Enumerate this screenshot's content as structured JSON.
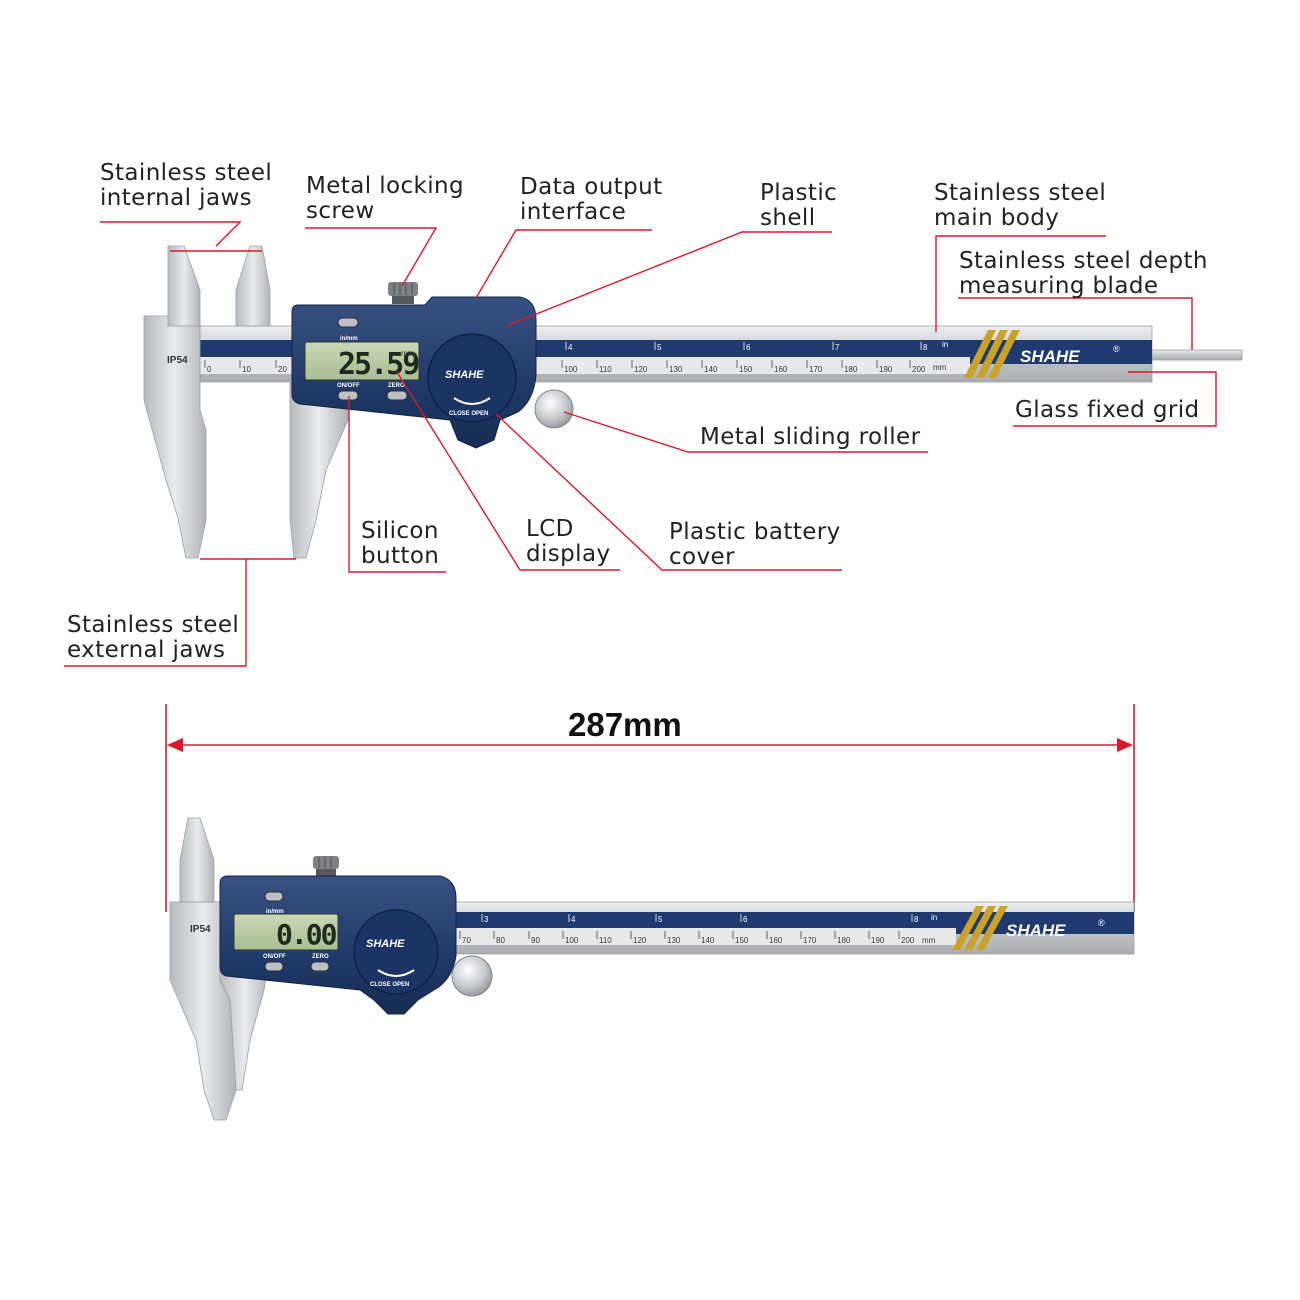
{
  "labels": {
    "internal_jaws": [
      "Stainless steel",
      "internal jaws"
    ],
    "locking_screw": [
      "Metal locking",
      "screw"
    ],
    "data_output": [
      "Data output",
      "interface"
    ],
    "plastic_shell": [
      "Plastic",
      "shell"
    ],
    "main_body": [
      "Stainless steel",
      "main body"
    ],
    "depth_blade": [
      "Stainless steel depth",
      "measuring blade"
    ],
    "glass_grid": [
      "Glass fixed grid"
    ],
    "sliding_roller": [
      "Metal sliding roller"
    ],
    "silicon_button": [
      "Silicon",
      "button"
    ],
    "lcd_display": [
      "LCD",
      "display"
    ],
    "battery_cover": [
      "Plastic battery",
      "cover"
    ],
    "external_jaws": [
      "Stainless steel",
      "external jaws"
    ]
  },
  "dimension": {
    "length_label": "287mm"
  },
  "caliper_top": {
    "reading": "25.59",
    "unit": "mm",
    "mode_label": "in/mm",
    "brand": "SHAHE",
    "rating": "IP54",
    "btn_on_off": "ON/OFF",
    "btn_zero": "ZERO",
    "cover_text": "CLOSE  OPEN",
    "mm_ticks": [
      "0",
      "10",
      "20",
      "100",
      "110",
      "120",
      "130",
      "140",
      "150",
      "160",
      "170",
      "180",
      "190",
      "200"
    ],
    "in_ticks": [
      "4",
      "5",
      "6",
      "7",
      "8"
    ],
    "unit_mm": "mm",
    "unit_in": "in"
  },
  "caliper_bottom": {
    "reading": "0.00",
    "mode_label": "in/mm",
    "brand": "SHAHE",
    "rating": "IP54",
    "btn_on_off": "ON/OFF",
    "btn_zero": "ZERO",
    "cover_text": "CLOSE  OPEN",
    "mm_ticks": [
      "70",
      "80",
      "90",
      "100",
      "110",
      "120",
      "130",
      "140",
      "150",
      "160",
      "170",
      "180",
      "190",
      "200"
    ],
    "in_ticks": [
      "3",
      "4",
      "5",
      "6",
      "8"
    ],
    "unit_mm": "mm",
    "unit_in": "in"
  },
  "colors": {
    "leader": "#d41c2c",
    "navy": "#1e3a6e",
    "steel": "#c9ccd0",
    "lcd": "#b8c9a4",
    "gold": "#c9a227"
  }
}
